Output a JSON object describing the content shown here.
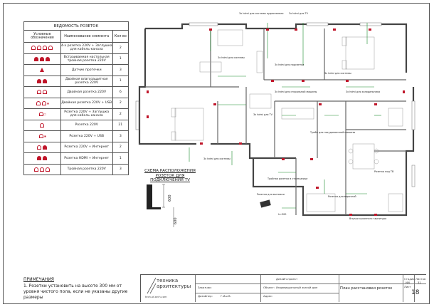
{
  "legend": {
    "title": "ВЕДОМОСТЬ РОЗЕТОК",
    "head": {
      "symbol": "Условные обозначения",
      "name": "Наименование элемента",
      "qty": "Кол-во"
    },
    "rows": [
      {
        "name": "4-х розетка 220V + Заглушка для кабель-канала",
        "qty": "2"
      },
      {
        "name": "Встраиваемая настольная тройная розетка 220V",
        "qty": "1"
      },
      {
        "name": "Датчик протечки",
        "qty": "3"
      },
      {
        "name": "Двойная влагозащитная розетка 220V",
        "qty": "1"
      },
      {
        "name": "Двойная розетка 220V",
        "qty": "6"
      },
      {
        "name": "Двойная розетка 220V + USB",
        "qty": "2"
      },
      {
        "name": "Розетка 220V + Заглушка для кабель-канала",
        "qty": "2"
      },
      {
        "name": "Розетка 220V",
        "qty": "21"
      },
      {
        "name": "Розетка 220V + USB",
        "qty": "3"
      },
      {
        "name": "Розетка 220V + Интернет",
        "qty": "2"
      },
      {
        "name": "Розетка HDMI + Интернет",
        "qty": "1"
      },
      {
        "name": "Тройная розетка 220V",
        "qty": "3"
      }
    ]
  },
  "tv": {
    "title": "СХЕМА РАСПОЛОЖЕНИЯ РОЗЕТОК ДЛЯ ПОДКЛЮЧЕНИЯ TV",
    "dim_h": "600",
    "dim_v": "600"
  },
  "plan_labels": {
    "a": "3х hdmi для системы аудиопанели",
    "b": "3х hdmi для TV",
    "c": "3х hdmi для системы",
    "d": "3х hdmi для подсветки",
    "e": "3х hdmi для стиральной машины",
    "f": "3х hdmi для холодильника",
    "g": "Тумба для посудомоечной машины",
    "h": "Тройная розетка в столешнице",
    "i": "Розетка для вытяжки",
    "j": "Розетка под ТВ",
    "k": "Розетка для варочной",
    "l": "Внутри кухонного гарнитура",
    "m": "h=300"
  },
  "notes": {
    "title": "ПРИМЕЧАНИЯ",
    "text": "1. Розетки установить на высоте 300 мм от уровня чистого пола, если не указаны другие размеры"
  },
  "titleblock": {
    "logo_line1": "техника",
    "logo_line2": "архитектуры",
    "site": "tech-of-arch.com",
    "l_customer": "Заказчик:",
    "l_designer": "Дизайнер:",
    "designer": "Г.Иш В.",
    "l_object": "Объект:",
    "object": "Индивидуальный жилой дом",
    "l_address": "Адрес:",
    "l_project": "Дизайн-проект",
    "sheet_title": "План расстановки розеток",
    "l_stage": "Стадия",
    "stage": "ИИ",
    "l_sheet": "Лист",
    "l_sheets": "Листов",
    "sheets": "31",
    "sheet_no": "18"
  }
}
